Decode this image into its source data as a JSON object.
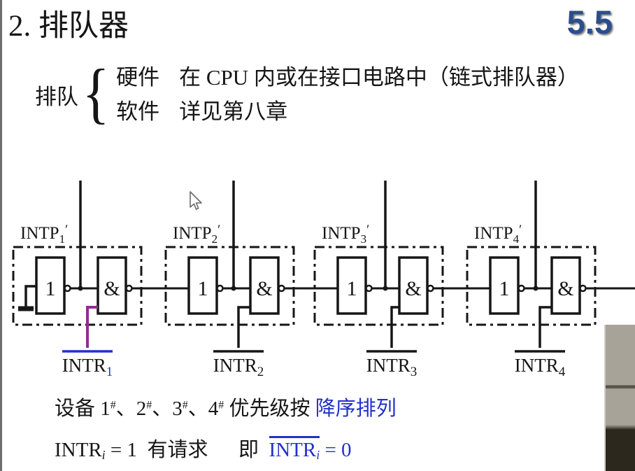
{
  "colors": {
    "accent_navy": "#2a4d8e",
    "accent_blue": "#2230cc",
    "highlight_purple": "#8e2f8e",
    "ink": "#161616",
    "left_strip": "#6e6e6e",
    "video_wall": "#a8a398",
    "video_shelf_line": "#55524a",
    "video_dark": "#2c281e"
  },
  "header": {
    "title": "2. 排队器",
    "section": "5.5"
  },
  "intro": {
    "label": "排队",
    "brace": "{",
    "rows": [
      {
        "term": "硬件",
        "desc": "在 CPU 内或在接口电路中（链式排队器）"
      },
      {
        "term": "软件",
        "desc": "详见第八章"
      }
    ]
  },
  "circuit": {
    "not_label": "1",
    "and_label": "&",
    "cells": [
      {
        "intp": "INTP",
        "intp_sub": "1",
        "prime": "′",
        "intr": "INTR",
        "intr_sub": "1",
        "highlight": true
      },
      {
        "intp": "INTP",
        "intp_sub": "2",
        "prime": "′",
        "intr": "INTR",
        "intr_sub": "2",
        "highlight": false
      },
      {
        "intp": "INTP",
        "intp_sub": "3",
        "prime": "′",
        "intr": "INTR",
        "intr_sub": "3",
        "highlight": false
      },
      {
        "intp": "INTP",
        "intp_sub": "4",
        "prime": "′",
        "intr": "INTR",
        "intr_sub": "4",
        "highlight": false
      }
    ]
  },
  "notes": {
    "line1": [
      {
        "text": "设备 1"
      },
      {
        "text": "#",
        "style": "sup"
      },
      {
        "text": "、2"
      },
      {
        "text": "#",
        "style": "sup"
      },
      {
        "text": "、3"
      },
      {
        "text": "#",
        "style": "sup"
      },
      {
        "text": "、4"
      },
      {
        "text": "#",
        "style": "sup"
      },
      {
        "text": " 优先级按 "
      },
      {
        "text": "降序排列",
        "blue": true
      }
    ],
    "line2": [
      {
        "text": "INTR"
      },
      {
        "text": "i",
        "style": "subi"
      },
      {
        "text": " = 1  有请求      即  "
      },
      {
        "text": "INTR",
        "blue": true,
        "ov": true
      },
      {
        "text": "i",
        "style": "subi",
        "blue": true,
        "ov": true
      },
      {
        "text": " = 0",
        "blue": true
      }
    ]
  }
}
